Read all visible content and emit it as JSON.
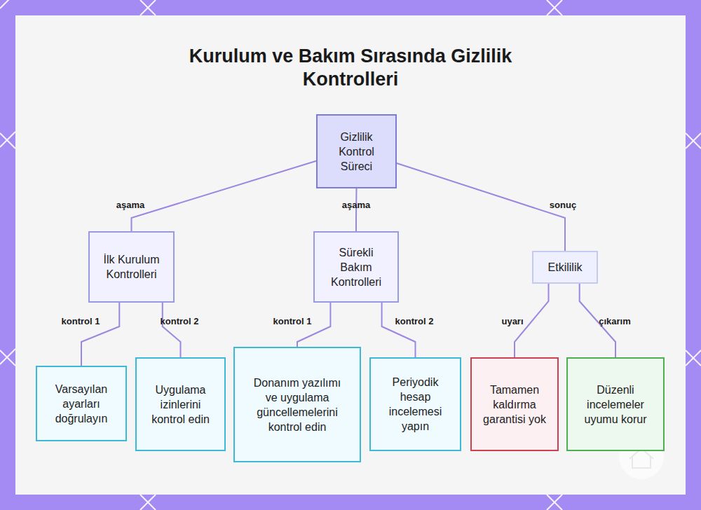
{
  "diagram": {
    "title": "Kurulum ve Bakım Sırasında Gizlilik Kontrolleri",
    "nodes": [
      {
        "text": [
          "Gizlilik Kontrol Süreci"
        ]
      },
      {
        "text": [
          "İlk Kurulum Kontrolleri"
        ]
      },
      {
        "text": [
          "Sürekli Bakım Kontrolleri"
        ]
      },
      {
        "text": [
          "Etkililik"
        ]
      },
      {
        "text": [
          "Varsayılan ayarları doğrulayın"
        ]
      },
      {
        "text": [
          "Uygulama izinlerini kontrol edin"
        ]
      },
      {
        "text": [
          "Donanım yazılımı ve uygulama güncellemelerini kontrol edin"
        ]
      },
      {
        "text": [
          "Periyodik hesap incelemesi yapın"
        ]
      },
      {
        "text": [
          "Tamamen kaldırma garantisi yok"
        ]
      },
      {
        "text": [
          "Düzenli incelemeler uyumu korur"
        ]
      }
    ],
    "edges": [
      {
        "from": 0,
        "to": 1,
        "label": "aşama",
        "arrow": "none"
      },
      {
        "from": 0,
        "to": 2,
        "label": "aşama",
        "arrow": "none"
      },
      {
        "from": 0,
        "to": 3,
        "label": "sonuç",
        "arrow": "none"
      },
      {
        "from": 1,
        "to": 4,
        "label": "kontrol 1",
        "arrow": "none"
      },
      {
        "from": 1,
        "to": 5,
        "label": "kontrol 2",
        "arrow": "none"
      },
      {
        "from": 2,
        "to": 6,
        "label": "kontrol 1",
        "arrow": "none"
      },
      {
        "from": 2,
        "to": 7,
        "label": "kontrol 2",
        "arrow": "none"
      },
      {
        "from": 3,
        "to": 8,
        "label": "uyarı",
        "arrow": "none"
      },
      {
        "from": 3,
        "to": 9,
        "label": "çıkarım",
        "arrow": "none"
      }
    ]
  }
}
